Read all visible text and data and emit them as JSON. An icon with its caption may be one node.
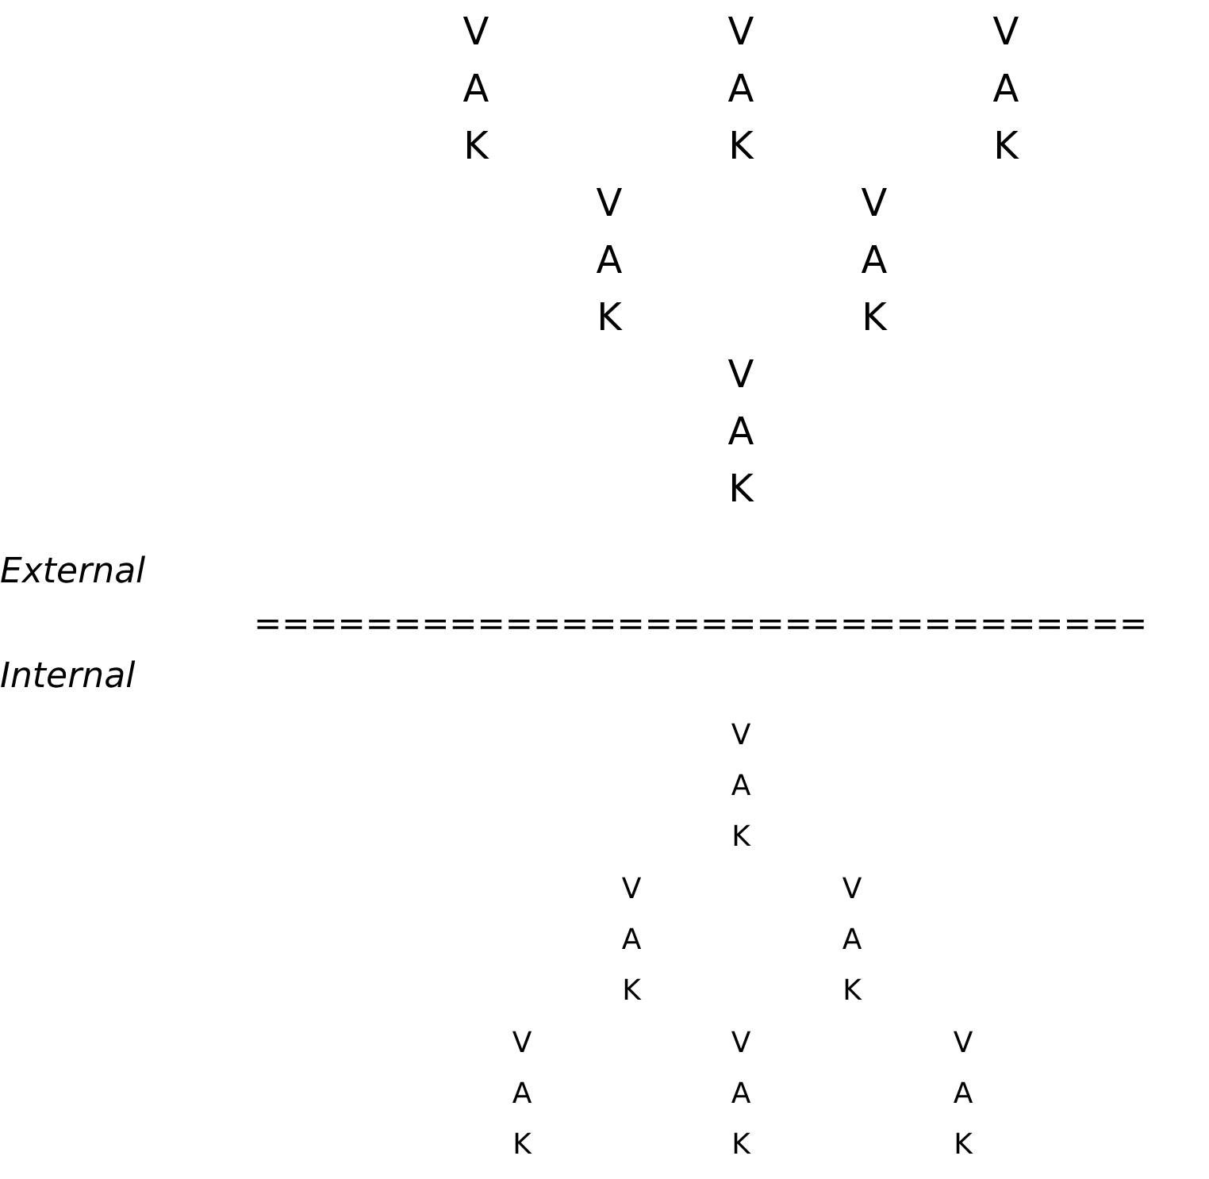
{
  "diagram": {
    "labels": [
      "V A K",
      "V A K",
      "V A K",
      "V A K",
      "V A K",
      "V A K",
      "External",
      "================================",
      "Internal",
      "V A K",
      "V A K",
      "V A K",
      "V A K",
      "V A K",
      "V A K"
    ]
  }
}
